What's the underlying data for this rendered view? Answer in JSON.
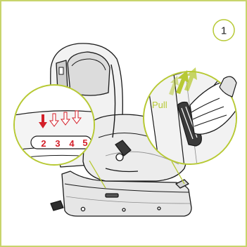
{
  "step_number": "1",
  "pull_label": "Pull",
  "positions": [
    "2",
    "3",
    "4",
    "5"
  ],
  "colors": {
    "frame_border": "#c8d46c",
    "accent_green": "#b7c934",
    "arrow_red": "#d4202a",
    "line": "#1a1a1a",
    "seat_fill": "#efefef",
    "shade": "#cfcfcf"
  },
  "icons": [
    "step-number-badge",
    "down-arrow-active",
    "down-arrow-outline",
    "pull-arrow",
    "hand-icon"
  ]
}
